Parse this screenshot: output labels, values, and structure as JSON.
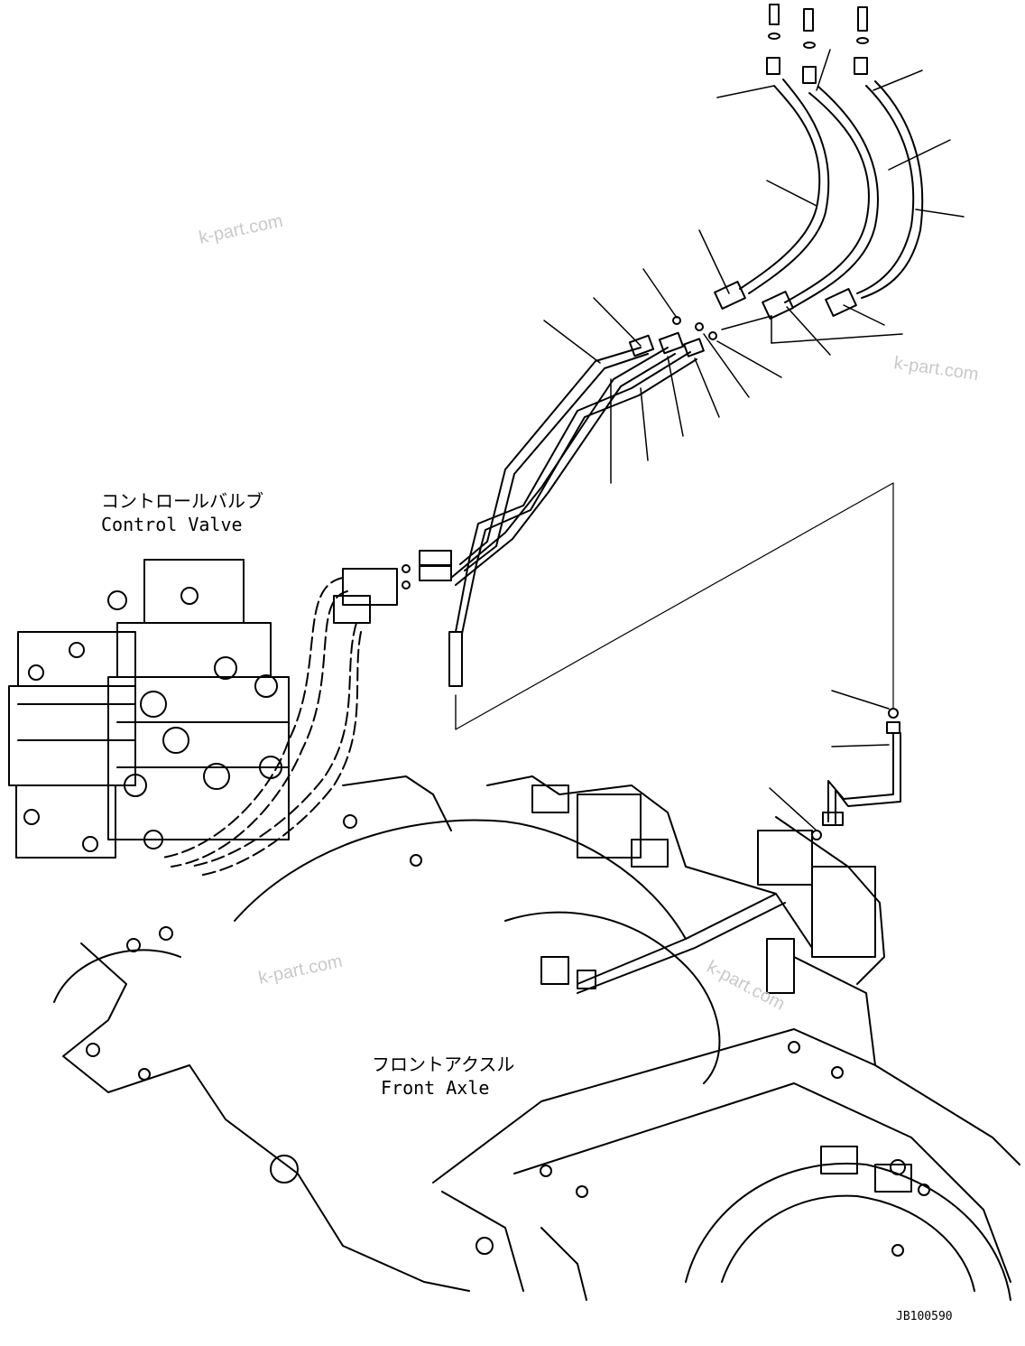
{
  "labels": {
    "control_valve_jp": "コントロールバルブ",
    "control_valve_en": "Control Valve",
    "front_axle_jp": "フロントアクスル",
    "front_axle_en": "Front Axle"
  },
  "watermarks": [
    "k-part.com",
    "k-part.com",
    "k-part.com",
    "k-part.com"
  ],
  "figure_id": "JB100590",
  "colors": {
    "line": "#000000",
    "watermark": "#c9c9c9",
    "background": "#ffffff"
  }
}
